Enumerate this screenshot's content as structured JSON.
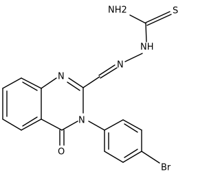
{
  "molecule": {
    "atoms": {
      "thione_sulfur": "S",
      "amine": "NH2",
      "hydrazone_nh": "NH",
      "imine_n": "N",
      "ring_n1": "N",
      "ring_n3": "N",
      "carbonyl_oxygen": "O",
      "bromine": "Br"
    }
  },
  "colors": {
    "bond": "#000000",
    "label": "#000000",
    "background": "#ffffff"
  }
}
